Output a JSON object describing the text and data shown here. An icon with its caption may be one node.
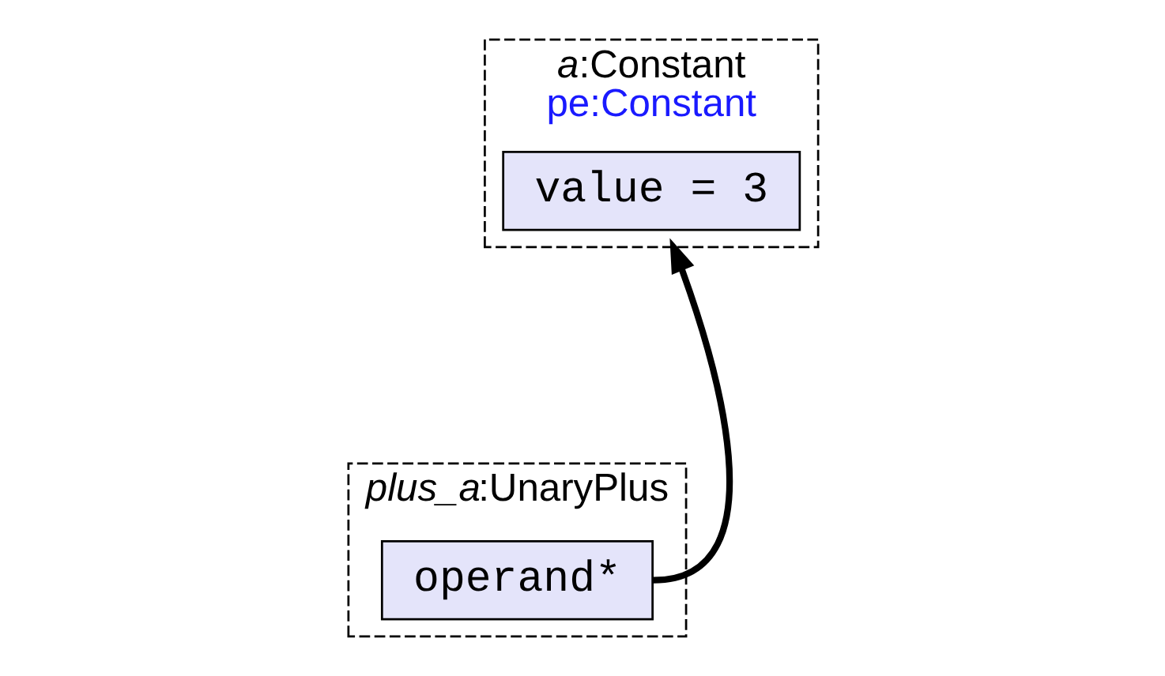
{
  "diagram": {
    "nodes": [
      {
        "text": [
          "a:Constant",
          "pe:Constant"
        ]
      },
      {
        "text": [
          "value = 3"
        ],
        "in": 0
      },
      {
        "text": [
          "plus_a:UnaryPlus"
        ]
      },
      {
        "text": [
          "operand*"
        ],
        "in": 2
      }
    ],
    "edges": [
      {
        "from": 3,
        "to": 0,
        "arrow": "to"
      }
    ]
  }
}
